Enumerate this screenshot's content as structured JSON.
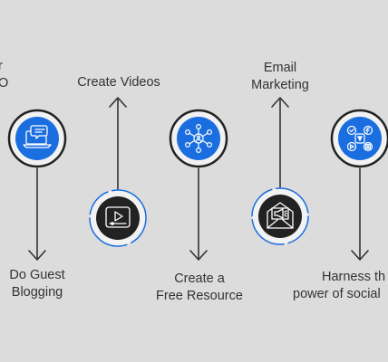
{
  "colors": {
    "background": "#dcdcdc",
    "blue": "#1a6ee0",
    "dark": "#222222",
    "line": "#333333",
    "text": "#333333"
  },
  "steps": [
    {
      "id": "seo",
      "lines": [
        "r",
        "O"
      ],
      "icon": "magnifier-icon",
      "circle": "blue"
    },
    {
      "id": "guest",
      "lines": [
        "Do Guest",
        "Blogging"
      ],
      "icon": "laptop-chat-icon",
      "circle": "blue"
    },
    {
      "id": "videos",
      "lines": [
        "Create Videos"
      ],
      "icon": "video-player-icon",
      "circle": "dark"
    },
    {
      "id": "resource",
      "lines": [
        "Create a",
        "Free Resource"
      ],
      "icon": "network-hub-icon",
      "circle": "blue"
    },
    {
      "id": "email",
      "lines": [
        "Email",
        "Marketing"
      ],
      "icon": "envelope-megaphone-icon",
      "circle": "dark"
    },
    {
      "id": "social",
      "lines": [
        "Harness th",
        "power of social"
      ],
      "icon": "social-media-icon",
      "circle": "blue"
    }
  ]
}
